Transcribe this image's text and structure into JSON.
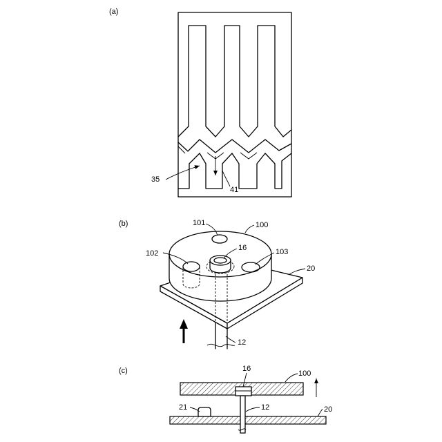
{
  "panels": {
    "a": {
      "label": "(a)",
      "callouts": {
        "c35": "35",
        "c41": "41"
      }
    },
    "b": {
      "label": "(b)",
      "callouts": {
        "c100": "100",
        "c101": "101",
        "c16": "16",
        "c102": "102",
        "c103": "103",
        "c20": "20",
        "c12": "12"
      }
    },
    "c": {
      "label": "(c)",
      "callouts": {
        "c16": "16",
        "c100": "100",
        "c21": "21",
        "c12": "12",
        "c20": "20"
      }
    }
  }
}
